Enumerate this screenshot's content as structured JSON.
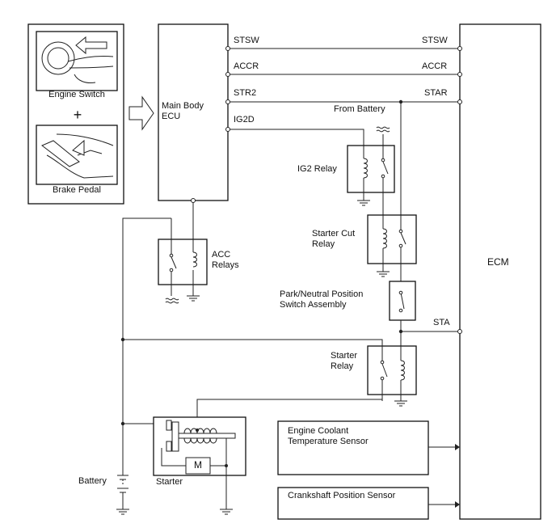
{
  "labels": {
    "engine_switch": "Engine Switch",
    "plus": "+",
    "brake_pedal": "Brake Pedal",
    "main_body_ecu": "Main Body\nECU",
    "ecm": "ECM",
    "from_battery": "From Battery",
    "ig2_relay": "IG2 Relay",
    "starter_cut_relay": "Starter Cut\nRelay",
    "acc_relays": "ACC\nRelays",
    "park_neutral": "Park/Neutral Position\nSwitch Assembly",
    "starter_relay": "Starter\nRelay",
    "engine_coolant": "Engine Coolant\nTemperature Sensor",
    "crankshaft": "Crankshaft Position Sensor",
    "battery": "Battery",
    "starter": "Starter",
    "motor": "M"
  },
  "signals": {
    "ecu_stsw": "STSW",
    "ecu_accr": "ACCR",
    "ecu_str2": "STR2",
    "ecu_ig2d": "IG2D",
    "ecm_stsw": "STSW",
    "ecm_accr": "ACCR",
    "ecm_star": "STAR",
    "ecm_sta": "STA"
  }
}
